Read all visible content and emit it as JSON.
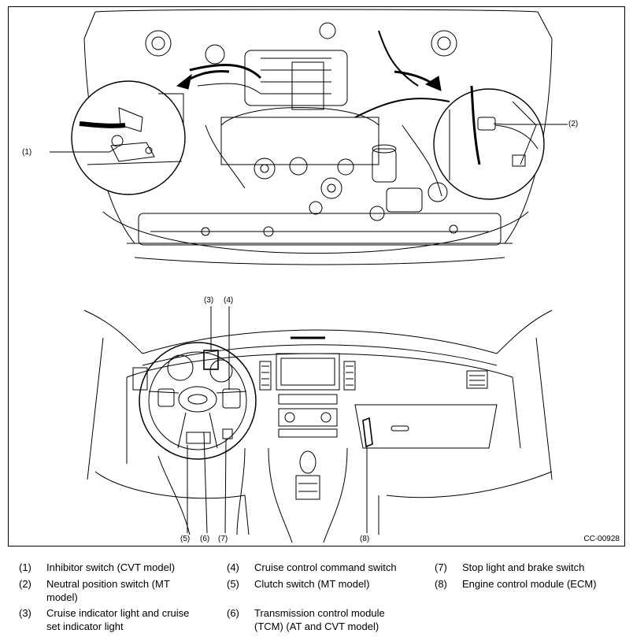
{
  "figure": {
    "code": "CC-00928",
    "callouts": [
      "(1)",
      "(2)",
      "(3)",
      "(4)",
      "(5)",
      "(6)",
      "(7)",
      "(8)"
    ]
  },
  "legend": [
    {
      "num": "(1)",
      "text": "Inhibitor switch (CVT model)"
    },
    {
      "num": "(2)",
      "text": "Neutral position switch (MT model)"
    },
    {
      "num": "(3)",
      "text": "Cruise indicator light and cruise set indicator light"
    },
    {
      "num": "(4)",
      "text": "Cruise control command switch"
    },
    {
      "num": "(5)",
      "text": "Clutch switch (MT model)"
    },
    {
      "num": "(6)",
      "text": "Transmission control module (TCM) (AT and CVT model)"
    },
    {
      "num": "(7)",
      "text": "Stop light and brake switch"
    },
    {
      "num": "(8)",
      "text": "Engine control module (ECM)"
    }
  ]
}
